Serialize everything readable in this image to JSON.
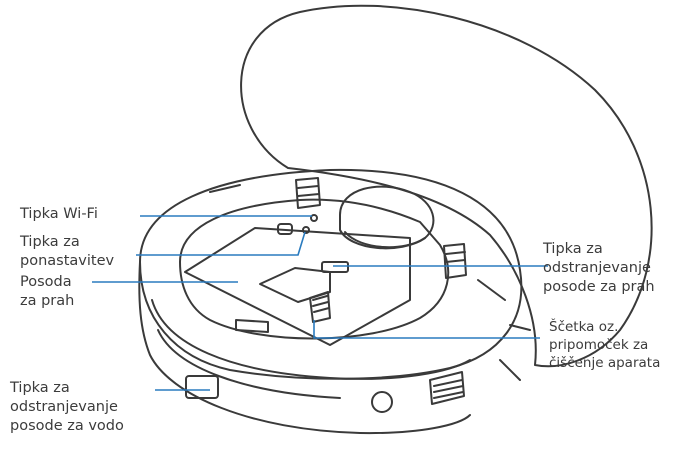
{
  "colors": {
    "line_art": "#3a3a3a",
    "leader": "#2a7bbf",
    "text": "#3c3c3c",
    "background": "#ffffff"
  },
  "labels": {
    "wifi": {
      "lines": [
        "Tipka Wi-Fi"
      ]
    },
    "reset": {
      "lines": [
        "Tipka za",
        "ponastavitev"
      ]
    },
    "dustbin": {
      "lines": [
        "Posoda",
        "za prah"
      ]
    },
    "water_tank_release": {
      "lines": [
        "Tipka za",
        "odstranjevanje",
        "posode za vodo"
      ]
    },
    "dustbin_release": {
      "lines": [
        "Tipka za",
        "odstranjevanje",
        "posode za prah"
      ]
    },
    "brush": {
      "lines": [
        "Ščetka oz.",
        "pripomoček za",
        "čiščenje aparata"
      ]
    }
  }
}
